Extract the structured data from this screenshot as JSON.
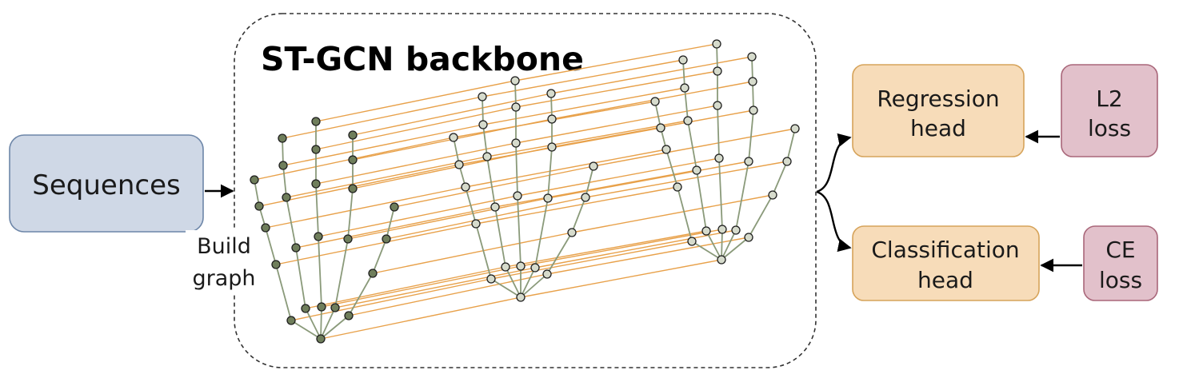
{
  "backbone": {
    "title": "ST-GCN backbone"
  },
  "input": {
    "label": "Sequences"
  },
  "build_graph": {
    "line1": "Build",
    "line2": "graph"
  },
  "regression_head": {
    "line1": "Regression",
    "line2": "head"
  },
  "classification_head": {
    "line1": "Classification",
    "line2": "head"
  },
  "l2_loss": {
    "line1": "L2",
    "line2": "loss"
  },
  "ce_loss": {
    "line1": "CE",
    "line2": "loss"
  },
  "colors": {
    "sequences_fill": "#cfd8e6",
    "sequences_stroke": "#6d86a8",
    "head_fill": "#f7dcb9",
    "head_stroke": "#d6a35a",
    "loss_fill": "#e2c1cb",
    "loss_stroke": "#a9677a",
    "temporal_edge": "#e8a14a",
    "bone": "#8a9a7a",
    "joint_dark": "#6f7e5b",
    "joint_light": "#d6dbcc"
  }
}
